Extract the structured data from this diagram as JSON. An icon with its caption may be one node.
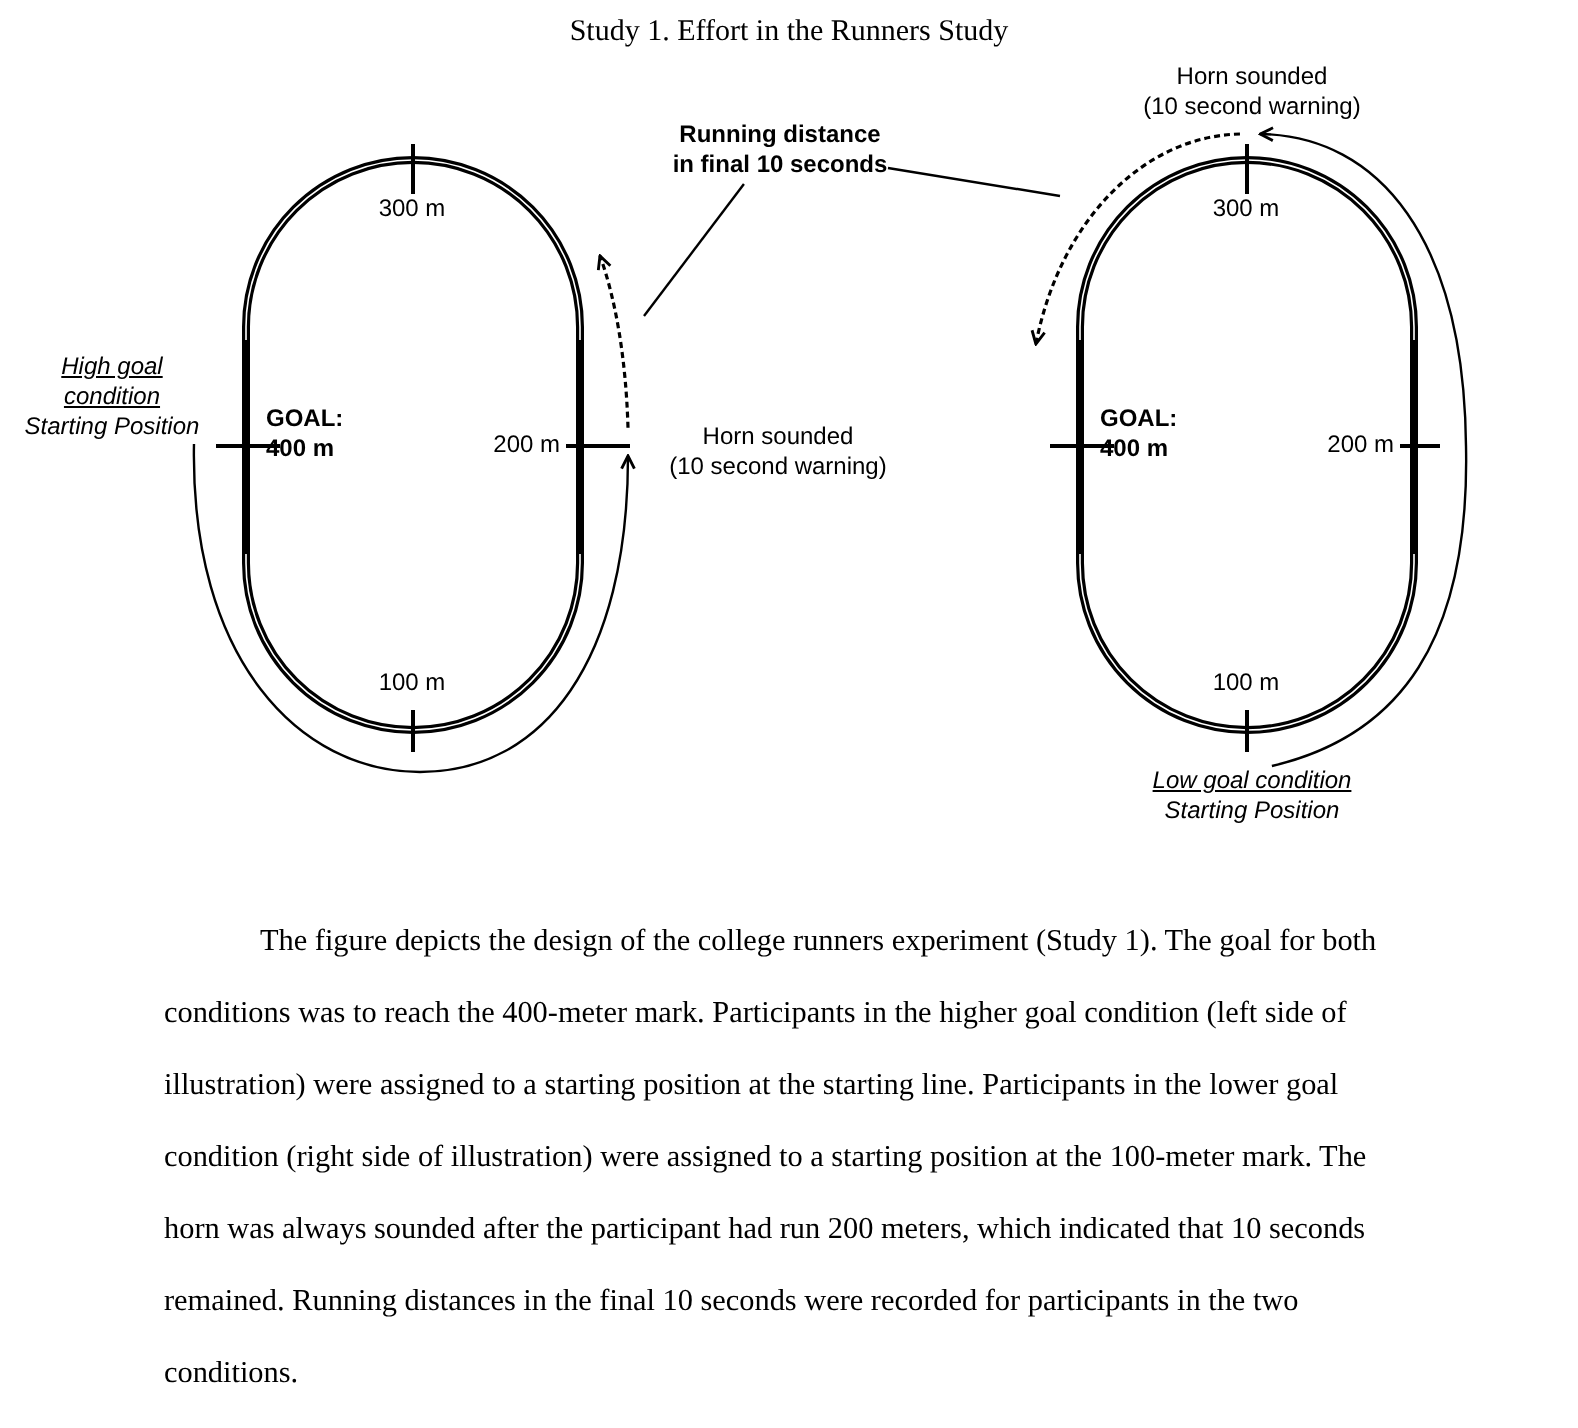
{
  "diagram": {
    "title": "Study 1. Effort in the Runners Study",
    "caption": "The figure depicts the design of the college runners experiment (Study 1). The goal for both conditions was to reach the 400-meter mark. Participants in the higher goal condition (left side of illustration) were assigned to a starting position at the starting line. Participants in the lower goal condition (right side of illustration) were assigned to a starting position at the 100-meter mark. The horn was always sounded after the participant had run 200 meters, which indicated that 10 seconds remained. Running distances in the final 10 seconds were recorded for participants in the two conditions.",
    "nodes": [
      {
        "text": [
          "Running distance in final 10 seconds"
        ]
      },
      {
        "text": [
          "300 m",
          "GOAL: 400 m",
          "200 m",
          "100 m"
        ]
      },
      {
        "text": [
          "High goal condition",
          "Starting Position"
        ]
      },
      {
        "text": [
          "Horn sounded",
          "(10 second warning)"
        ]
      },
      {
        "text": [
          "300 m",
          "GOAL: 400 m",
          "200 m",
          "100 m"
        ]
      },
      {
        "text": [
          "Horn sounded",
          "(10 second warning)"
        ]
      },
      {
        "text": [
          "Low goal condition",
          "Starting Position"
        ]
      }
    ],
    "edges": [
      {
        "from": 2,
        "to": 3,
        "arrow": "to"
      },
      {
        "from": 3,
        "to": 1,
        "arrow": "to",
        "style": "dashed"
      },
      {
        "from": 6,
        "to": 5,
        "arrow": "to"
      },
      {
        "from": 5,
        "to": 4,
        "arrow": "to",
        "style": "dashed"
      },
      {
        "from": 0,
        "to": null,
        "arrow": "none"
      },
      {
        "from": 0,
        "to": null,
        "arrow": "none"
      }
    ]
  }
}
